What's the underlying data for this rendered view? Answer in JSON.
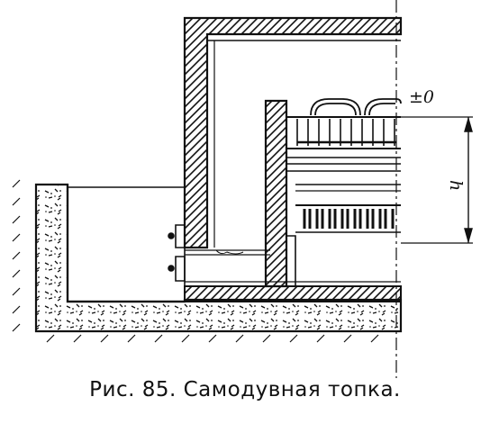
{
  "figure": {
    "caption": "Рис. 85. Самодувная топка.",
    "level_mark": "±0",
    "dimension_label": "h"
  },
  "colors": {
    "ink": "#111111",
    "paper": "#ffffff"
  }
}
